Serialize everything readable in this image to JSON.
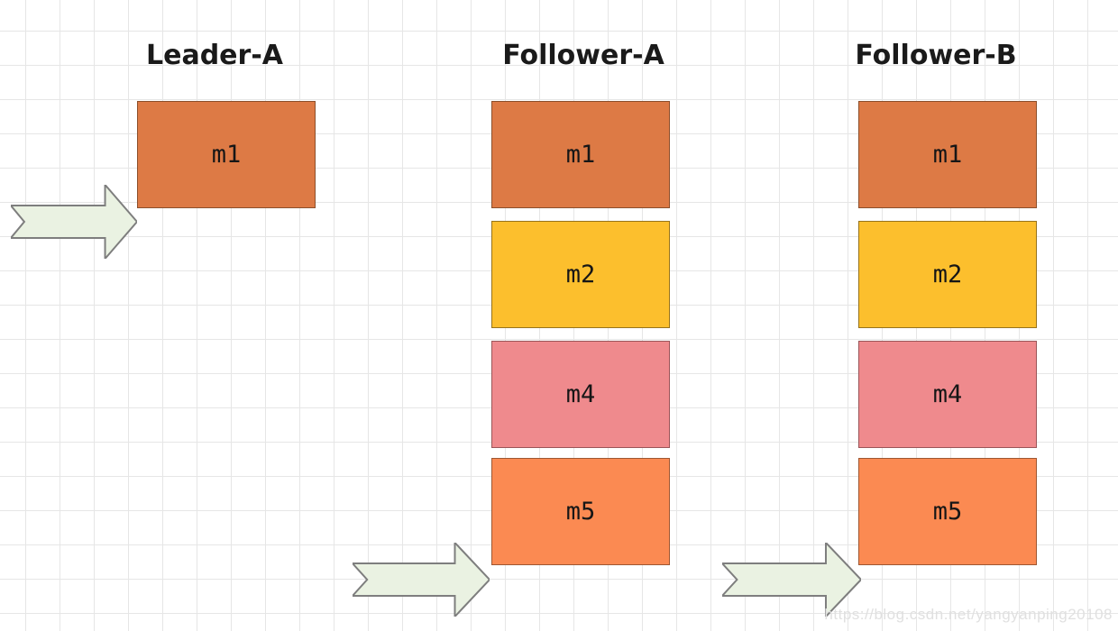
{
  "diagram": {
    "columns": [
      {
        "id": "leader-a",
        "title": "Leader-A",
        "messages": [
          {
            "label": "m1",
            "fill": "#DD7A45",
            "border": "#8C4F2B"
          }
        ]
      },
      {
        "id": "follower-a",
        "title": "Follower-A",
        "messages": [
          {
            "label": "m1",
            "fill": "#DD7A45",
            "border": "#8C4F2B"
          },
          {
            "label": "m2",
            "fill": "#FCBF2D",
            "border": "#97731B"
          },
          {
            "label": "m4",
            "fill": "#EF8A8D",
            "border": "#9A5558"
          },
          {
            "label": "m5",
            "fill": "#FB8A52",
            "border": "#9E5732"
          }
        ]
      },
      {
        "id": "follower-b",
        "title": "Follower-B",
        "messages": [
          {
            "label": "m1",
            "fill": "#DD7A45",
            "border": "#8C4F2B"
          },
          {
            "label": "m2",
            "fill": "#FCBF2D",
            "border": "#97731B"
          },
          {
            "label": "m4",
            "fill": "#EF8A8D",
            "border": "#9A5558"
          },
          {
            "label": "m5",
            "fill": "#FB8A52",
            "border": "#9E5732"
          }
        ]
      }
    ],
    "arrows": [
      {
        "id": "leader-a-write-arrow",
        "fill": "#EAF2E2",
        "stroke": "#7E7E7E"
      },
      {
        "id": "follower-a-write-arrow",
        "fill": "#EAF2E2",
        "stroke": "#7E7E7E"
      },
      {
        "id": "follower-b-write-arrow",
        "fill": "#EAF2E2",
        "stroke": "#7E7E7E"
      }
    ],
    "watermark": "https://blog.csdn.net/yangyanping20108",
    "colors": {
      "background": "#ffffff",
      "grid": "#e6e6e6",
      "title_text": "#1a1a1a",
      "label_text": "#161616",
      "watermark_text": "#e0e0e0"
    }
  }
}
